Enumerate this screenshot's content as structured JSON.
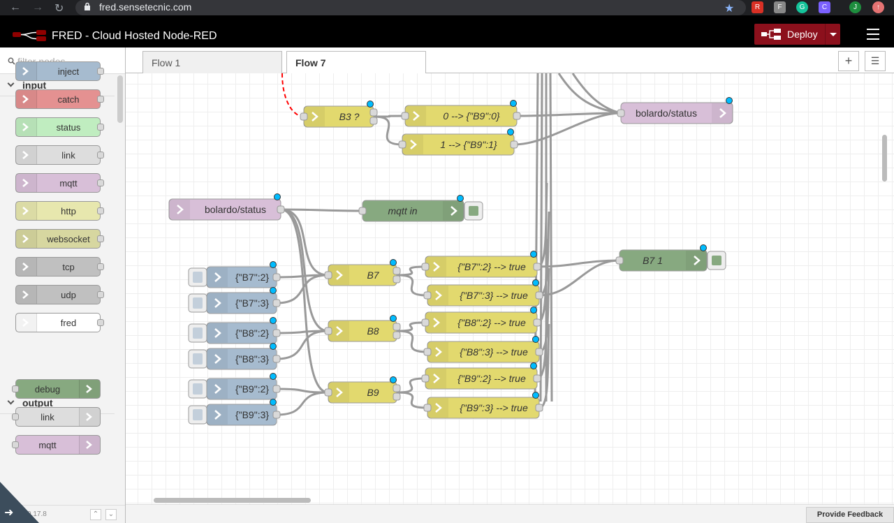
{
  "browser": {
    "url": "fred.sensetecnic.com",
    "profile_initial": "J"
  },
  "header": {
    "title": "FRED - Cloud Hosted Node-RED",
    "deploy_label": "Deploy"
  },
  "palette": {
    "filter_placeholder": "filter nodes",
    "categories": [
      {
        "label": "input",
        "nodes": [
          {
            "label": "inject",
            "color": "#a6bbcf"
          },
          {
            "label": "catch",
            "color": "#e49191"
          },
          {
            "label": "status",
            "color": "#c0edc0"
          },
          {
            "label": "link",
            "color": "#dddddd"
          },
          {
            "label": "mqtt",
            "color": "#d8bfd8"
          },
          {
            "label": "http",
            "color": "#e7e7ae"
          },
          {
            "label": "websocket",
            "color": "#d7d7a0"
          },
          {
            "label": "tcp",
            "color": "#c0c0c0"
          },
          {
            "label": "udp",
            "color": "#c0c0c0"
          },
          {
            "label": "fred",
            "color": "#ffffff"
          }
        ]
      },
      {
        "label": "output",
        "nodes": [
          {
            "label": "debug",
            "color": "#87a980"
          },
          {
            "label": "link",
            "color": "#dddddd"
          },
          {
            "label": "mqtt",
            "color": "#d8bfd8"
          }
        ]
      }
    ],
    "version": "v0.17.8"
  },
  "tabs": [
    {
      "label": "Flow 1",
      "active": false
    },
    {
      "label": "Flow 7",
      "active": true
    }
  ],
  "footer": {
    "feedback_label": "Provide Feedback"
  },
  "flow": {
    "nodes": [
      {
        "id": "sw_b3",
        "label": "B3 ?",
        "type": "switch",
        "italic": true
      },
      {
        "id": "ch_b9_0",
        "label": "0 --> {\"B9\":0}",
        "type": "change",
        "italic": true
      },
      {
        "id": "ch_b9_1",
        "label": "1 --> {\"B9\":1}",
        "type": "change",
        "italic": true
      },
      {
        "id": "mqtt_out_top",
        "label": "bolardo/status",
        "type": "mqtt-out"
      },
      {
        "id": "mqtt_in",
        "label": "bolardo/status",
        "type": "mqtt-in"
      },
      {
        "id": "dbg_mqtt",
        "label": "mqtt in",
        "type": "debug",
        "italic": true
      },
      {
        "id": "inj_b7_2",
        "label": "{\"B7\":2}",
        "type": "inject"
      },
      {
        "id": "inj_b7_3",
        "label": "{\"B7\":3}",
        "type": "inject"
      },
      {
        "id": "inj_b8_2",
        "label": "{\"B8\":2}",
        "type": "inject"
      },
      {
        "id": "inj_b8_3",
        "label": "{\"B8\":3}",
        "type": "inject"
      },
      {
        "id": "inj_b9_2",
        "label": "{\"B9\":2}",
        "type": "inject"
      },
      {
        "id": "inj_b9_3",
        "label": "{\"B9\":3}",
        "type": "inject"
      },
      {
        "id": "sw_b7",
        "label": "B7",
        "type": "switch",
        "italic": true
      },
      {
        "id": "sw_b8",
        "label": "B8",
        "type": "switch",
        "italic": true
      },
      {
        "id": "sw_b9",
        "label": "B9",
        "type": "switch",
        "italic": true
      },
      {
        "id": "ch_b7_2",
        "label": "{\"B7\":2} --> true",
        "type": "change",
        "italic": true
      },
      {
        "id": "ch_b7_3",
        "label": "{\"B7\":3} --> true",
        "type": "change",
        "italic": true
      },
      {
        "id": "ch_b8_2",
        "label": "{\"B8\":2} --> true",
        "type": "change",
        "italic": true
      },
      {
        "id": "ch_b8_3",
        "label": "{\"B8\":3} --> true",
        "type": "change",
        "italic": true
      },
      {
        "id": "ch_b9_2",
        "label": "{\"B9\":2} --> true",
        "type": "change",
        "italic": true
      },
      {
        "id": "ch_b9_3",
        "label": "{\"B9\":3} --> true",
        "type": "change",
        "italic": true
      },
      {
        "id": "dbg_b71",
        "label": "B7 1",
        "type": "debug",
        "italic": true
      }
    ]
  },
  "colors": {
    "header_bg": "#000000",
    "deploy": "#8c101c",
    "change": "#e2d96e",
    "switch": "#e2d96e",
    "inject": "#a6bbcf",
    "mqtt": "#d8bfd8",
    "debug": "#87a980",
    "wire": "#999999",
    "link_wire": "#ff0000",
    "changed_dot": "#00bcff"
  }
}
